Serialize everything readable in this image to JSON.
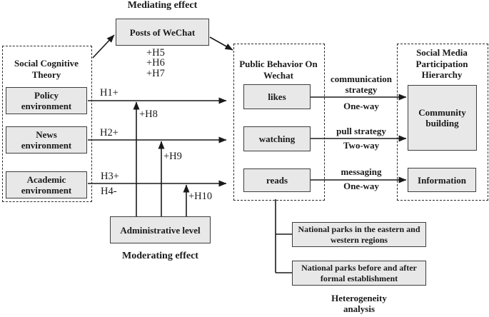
{
  "titles": {
    "mediating": "Mediating effect",
    "moderating": "Moderating effect",
    "heterogeneity": "Heterogeneity analysis"
  },
  "mediator": {
    "label": "Posts of WeChat"
  },
  "moderator": {
    "label": "Administrative level"
  },
  "left_panel": {
    "title": "Social Cognitive Theory",
    "boxes": [
      {
        "label": "Policy environment"
      },
      {
        "label": "News environment"
      },
      {
        "label": "Academic environment"
      }
    ]
  },
  "center_panel": {
    "title": "Public Behavior On Wechat",
    "boxes": [
      {
        "label": "likes"
      },
      {
        "label": "watching"
      },
      {
        "label": "reads"
      }
    ]
  },
  "right_panel": {
    "title": "Social Media Participation Hierarchy",
    "boxes": [
      {
        "label": "Community building"
      },
      {
        "label": "Information"
      }
    ]
  },
  "hypotheses": {
    "h1": "H1+",
    "h2": "H2+",
    "h3": "H3+",
    "h4": "H4-",
    "h5": "+H5",
    "h6": "+H6",
    "h7": "+H7",
    "h8": "+H8",
    "h9": "+H9",
    "h10": "+H10"
  },
  "strategies": [
    {
      "label": "communication strategy",
      "mode": "One-way"
    },
    {
      "label": "pull strategy",
      "mode": "Two-way"
    },
    {
      "label": "messaging",
      "mode": "One-way"
    }
  ],
  "heterogeneity_boxes": [
    {
      "label": "National parks in the eastern and western regions"
    },
    {
      "label": "National parks before and after formal establishment"
    }
  ],
  "colors": {
    "box_fill": "#e8e8e8",
    "box_border": "#3d3d3d",
    "line": "#1a1a1a",
    "background": "#ffffff"
  }
}
